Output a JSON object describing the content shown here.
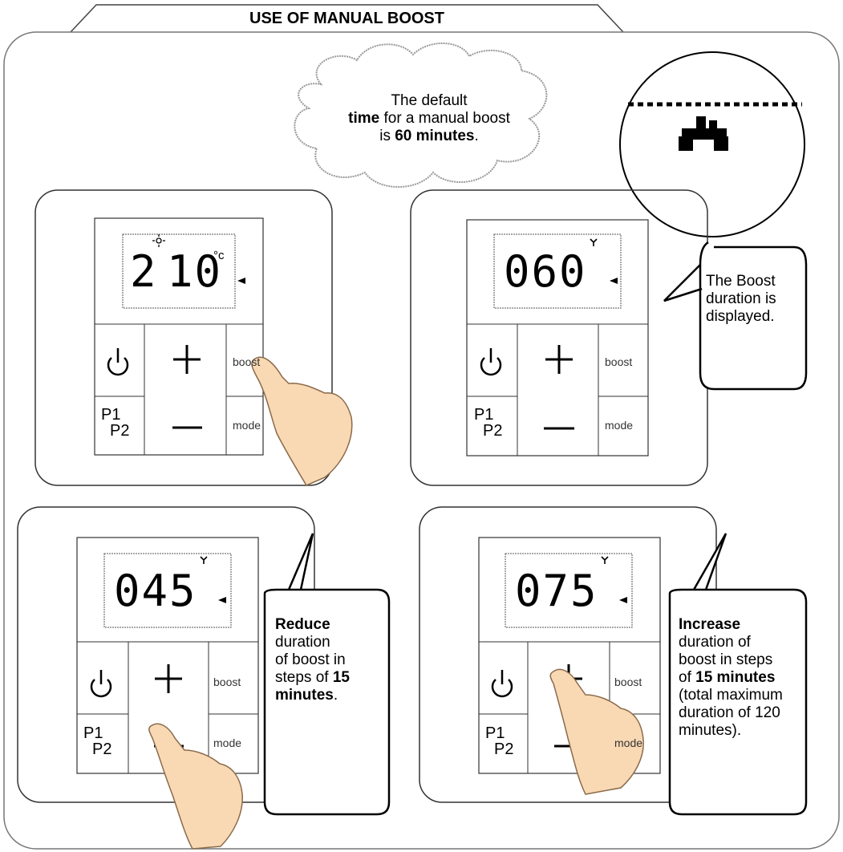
{
  "title": "USE OF MANUAL BOOST",
  "cloud": {
    "line1": "The default",
    "line2_bold": "time",
    "line2_rest": " for a manual boost",
    "line3_pre": "is ",
    "line3_bold": "60 minutes",
    "line3_post": "."
  },
  "panels": [
    {
      "id": "panel-1",
      "display_main": "2",
      "display_dec": "10",
      "display_unit": "°c",
      "power_icon": "power-icon",
      "plus": "+",
      "boost": "boost",
      "p1": "P1",
      "p2": "P2",
      "mode": "mode"
    },
    {
      "id": "panel-2",
      "display_main": "060",
      "power_icon": "power-icon",
      "boost": "boost",
      "p1": "P1",
      "p2": "P2",
      "mode": "mode"
    },
    {
      "id": "panel-3",
      "display_main": "045",
      "power_icon": "power-icon",
      "boost": "boost",
      "p1": "P1",
      "p2": "P2",
      "mode": "mode"
    },
    {
      "id": "panel-4",
      "display_main": "075",
      "power_icon": "power-icon",
      "boost": "boost",
      "p1": "P1",
      "p2": "P2",
      "mode": "mode"
    }
  ],
  "callouts": {
    "boost_duration": {
      "line1": "The Boost",
      "line2": "duration is",
      "line3": "displayed."
    },
    "reduce": {
      "bold": "Reduce",
      "line2": "duration",
      "line3": "of boost in",
      "line4_pre": "steps of ",
      "line4_bold": "15",
      "line5_bold": "minutes",
      "line5_post": "."
    },
    "increase": {
      "bold": "Increase",
      "line2": "duration of",
      "line3": "boost in steps",
      "line4_pre": "of ",
      "line4_bold": "15 minutes",
      "line5": "(total maximum",
      "line6": "duration of 120",
      "line7": "minutes)."
    }
  },
  "icons": [
    "fan-icon",
    "power-icon",
    "hand-pointer-icon",
    "sun-icon",
    "signal-icon"
  ],
  "colors": {
    "hand_fill": "#f9d9b4",
    "hand_stroke": "#8a6a4a",
    "frame": "#666666"
  }
}
